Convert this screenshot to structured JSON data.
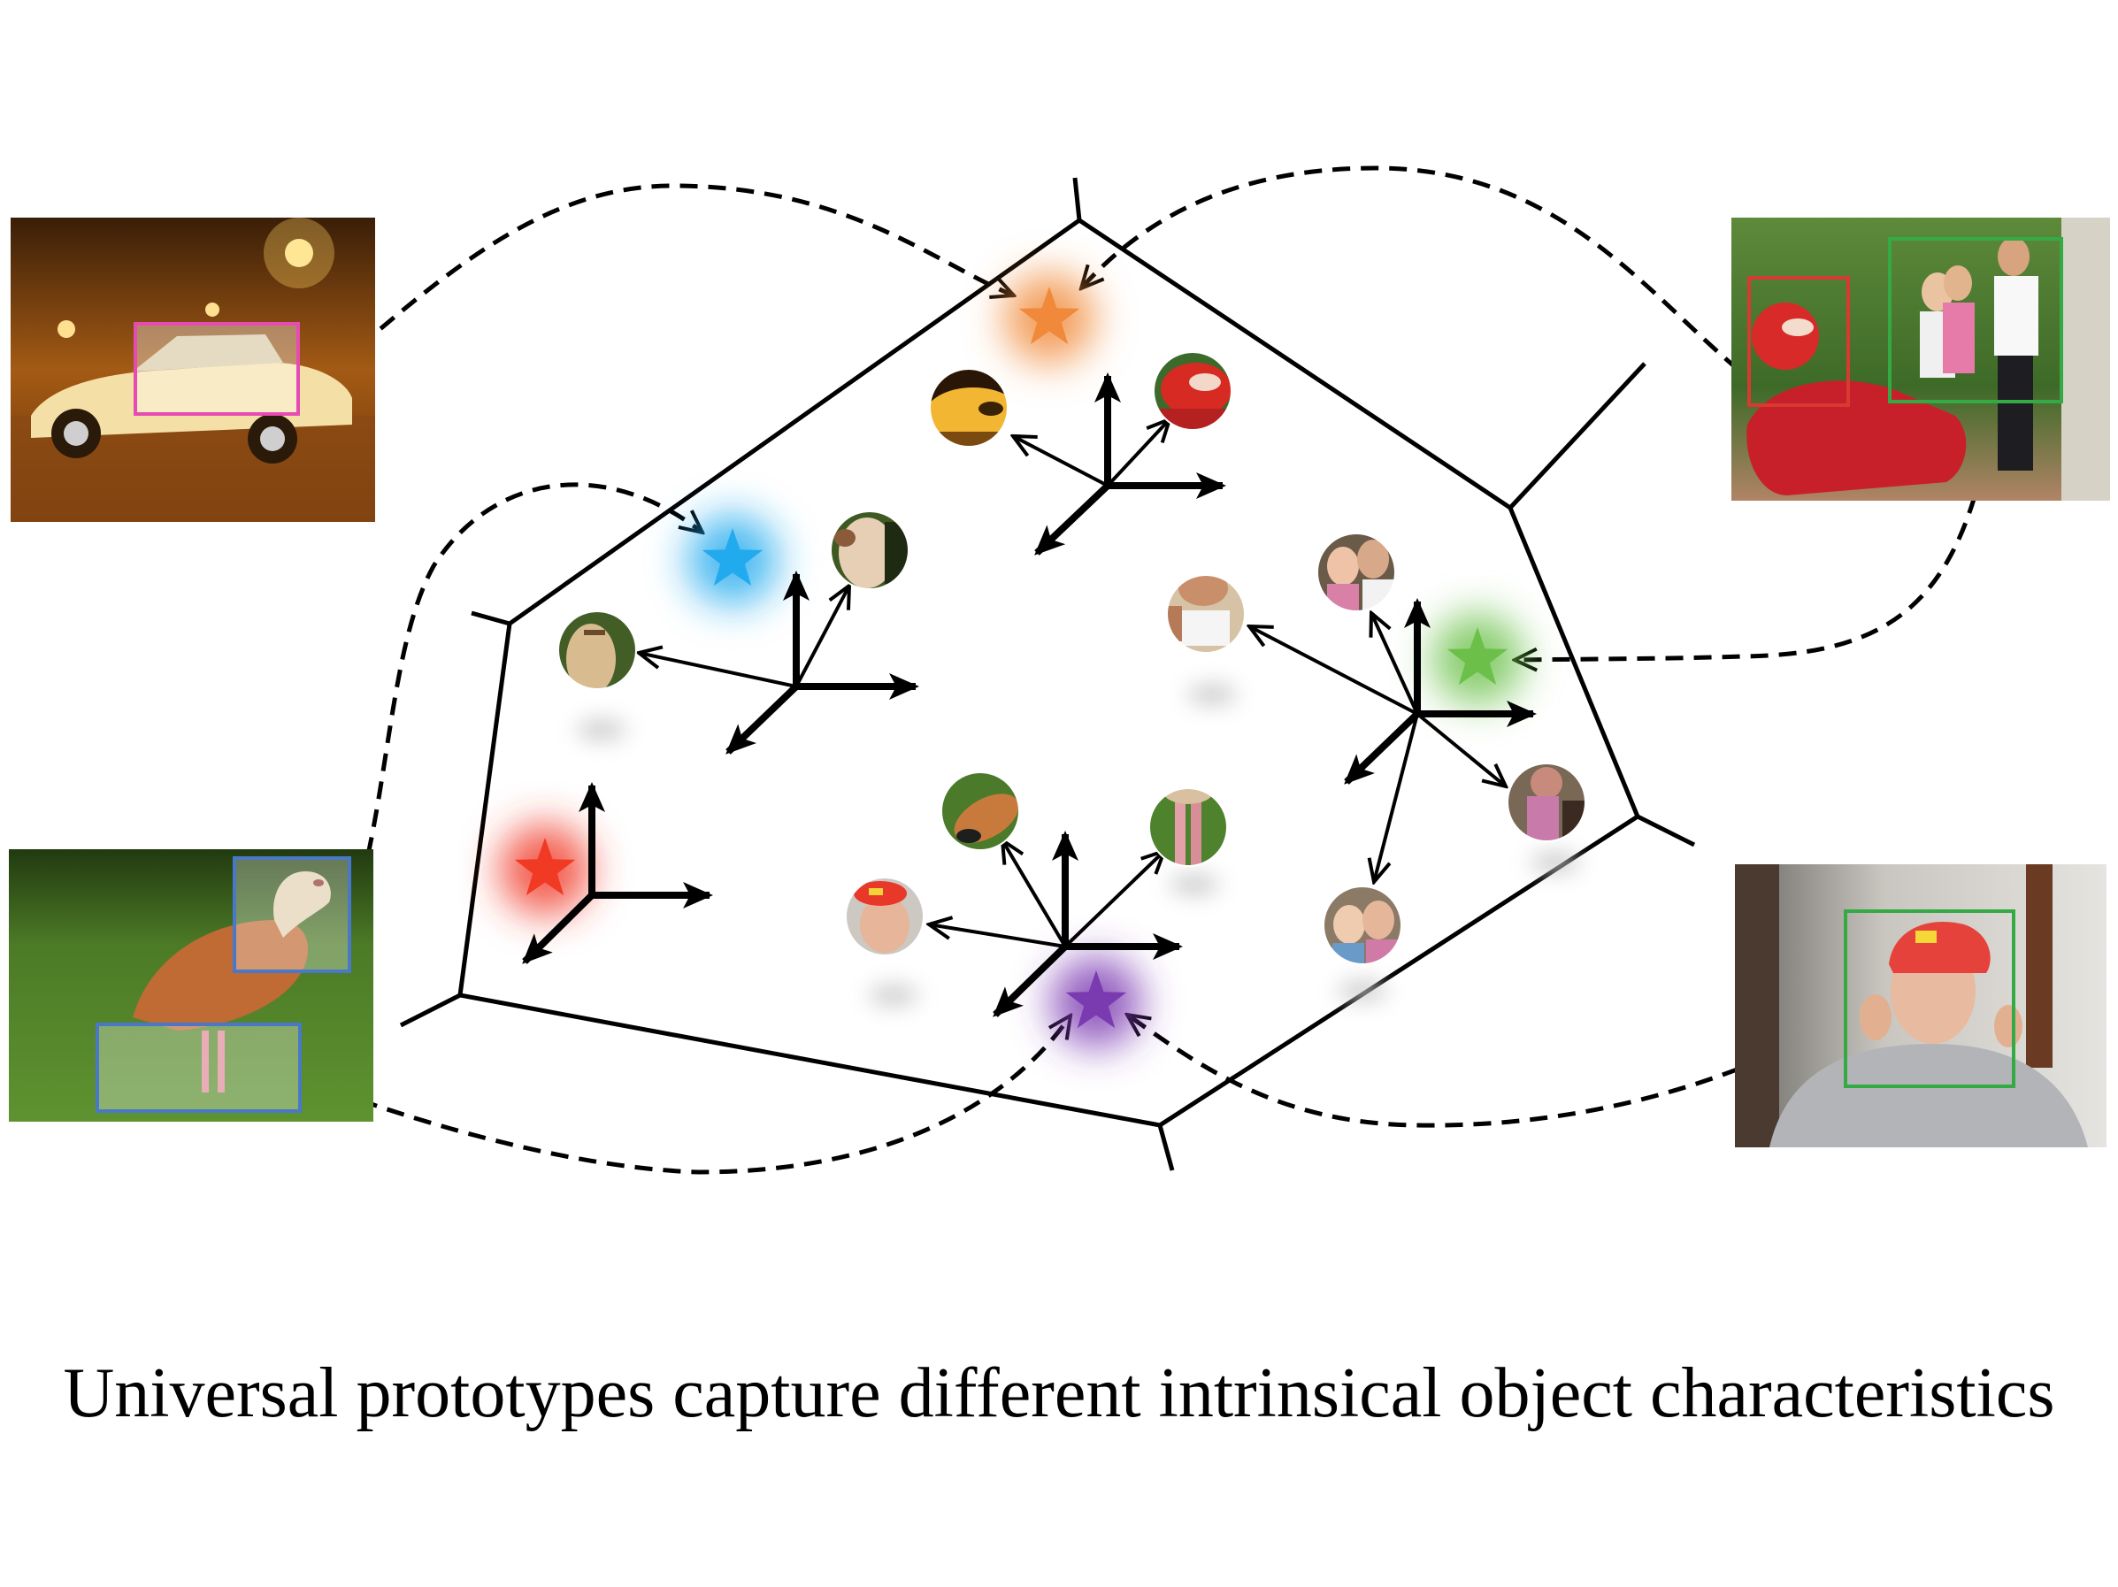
{
  "caption": "Universal prototypes capture different intrinsical object characteristics",
  "prototypes": [
    {
      "id": "orange",
      "color": "#f08a3a"
    },
    {
      "id": "blue",
      "color": "#22aaee"
    },
    {
      "id": "green",
      "color": "#6cc04a"
    },
    {
      "id": "red",
      "color": "#f03a24"
    },
    {
      "id": "purple",
      "color": "#7a3ab0"
    }
  ],
  "images": [
    {
      "id": "car-photo",
      "box_color": "#e64bb4"
    },
    {
      "id": "bird-photo",
      "box_color": "#4a78c8"
    },
    {
      "id": "motorbike-family-photo",
      "box_colors": [
        "#d63a30",
        "#33aa44"
      ]
    },
    {
      "id": "person-cap-photo",
      "box_color": "#33aa44"
    }
  ],
  "crop_icons": [
    "car-headlight-crop",
    "motorbike-helmet-crop",
    "bird-neck-crop",
    "bird-head-crop",
    "bird-body-crop",
    "bird-leg-crop",
    "person-face-crop",
    "person-arm-crop",
    "child-face-crop",
    "child-body-crop",
    "child-pair-crop",
    "man-torso-crop"
  ],
  "colors": {
    "line": "#000000",
    "background": "#ffffff"
  }
}
